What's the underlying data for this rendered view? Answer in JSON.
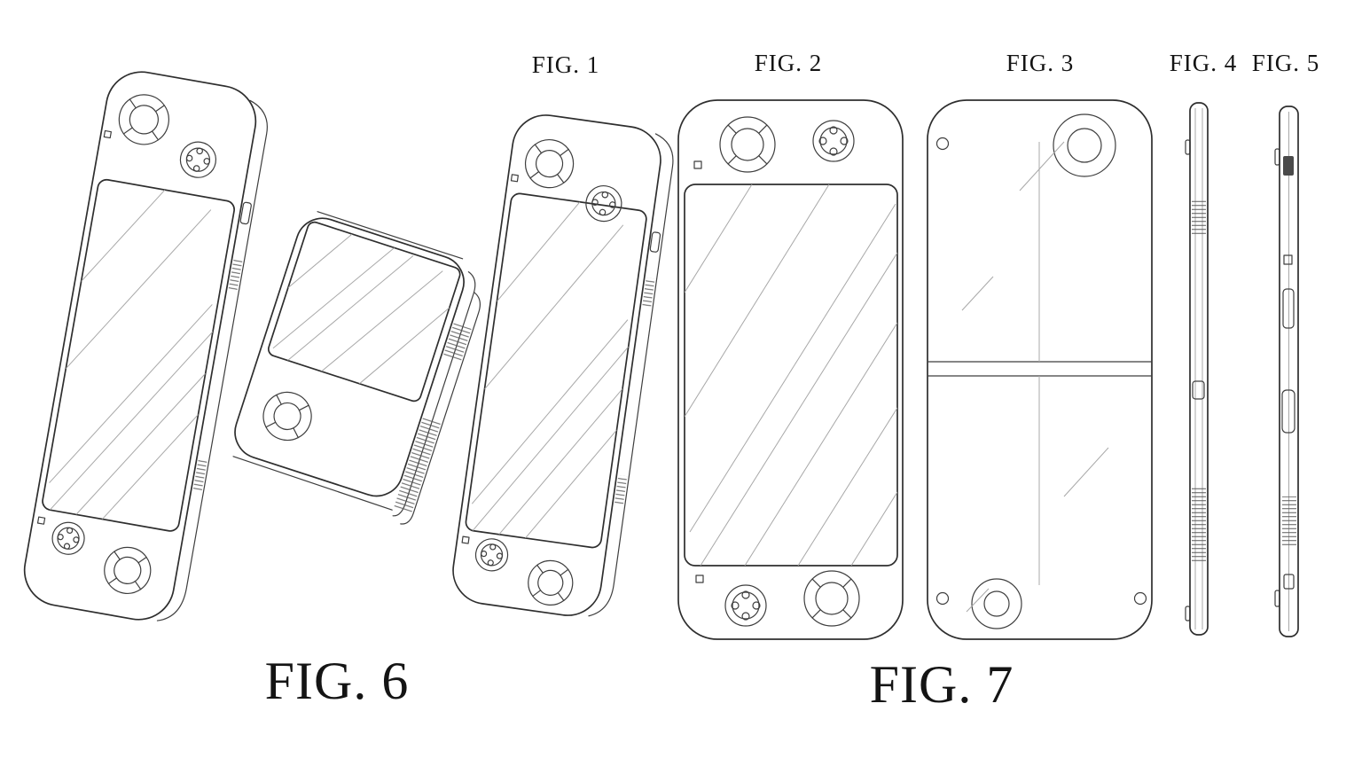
{
  "page": {
    "background": "#ffffff",
    "ink": "#2e2e2e"
  },
  "figures": {
    "fig1": {
      "label": "FIG. 1"
    },
    "fig2": {
      "label": "FIG. 2"
    },
    "fig3": {
      "label": "FIG. 3"
    },
    "fig4": {
      "label": "FIG. 4"
    },
    "fig5": {
      "label": "FIG. 5"
    },
    "fig6": {
      "label": "FIG. 6"
    },
    "fig7": {
      "label": "FIG. 7"
    }
  }
}
